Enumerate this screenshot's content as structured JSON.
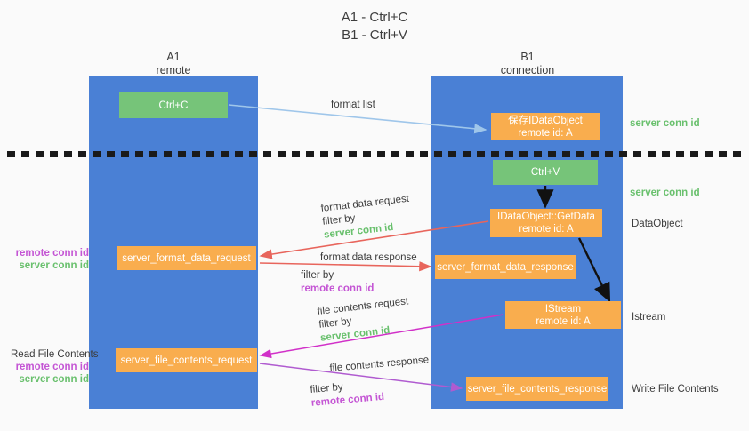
{
  "header": {
    "line1": "A1 - Ctrl+C",
    "line2": "B1 - Ctrl+V"
  },
  "lanes": [
    {
      "name": "A1",
      "subtitle": "remote"
    },
    {
      "name": "B1",
      "subtitle": "connection"
    }
  ],
  "boxes": {
    "ctrl_c": {
      "label": "Ctrl+C",
      "color": "#76c479"
    },
    "dataobject_save": {
      "line1": "保存IDataObject",
      "line2": "remote id: A",
      "color": "#f9ad4e"
    },
    "ctrl_v": {
      "label": "Ctrl+V",
      "color": "#76c479"
    },
    "getdata": {
      "line1": "IDataObject::GetData",
      "line2": "remote id: A",
      "color": "#f9ad4e"
    },
    "format_data_request": {
      "label": "server_format_data_request",
      "color": "#f9ad4e"
    },
    "format_data_response": {
      "label": "server_format_data_response",
      "color": "#f9ad4e"
    },
    "istream": {
      "line1": "IStream",
      "line2": "remote id: A",
      "color": "#f9ad4e"
    },
    "file_contents_request": {
      "label": "server_file_contents_request",
      "color": "#f9ad4e"
    },
    "file_contents_response": {
      "label": "server_file_contents_response",
      "color": "#f9ad4e"
    }
  },
  "flows": {
    "format_list": "format list",
    "format_data_request": "format data request",
    "format_data_request_filter_prefix": "filter by ",
    "format_data_request_filter_value": "server conn id",
    "format_data_response": "format data response",
    "format_data_response_filter_prefix": "filter by ",
    "format_data_response_filter_value": "remote conn id",
    "file_contents_request": "file contents request",
    "file_contents_request_filter_prefix": "filter by ",
    "file_contents_request_filter_value": "server conn id",
    "file_contents_response": "file contents response",
    "file_contents_response_filter_prefix": "filter by ",
    "file_contents_response_filter_value": "remote conn id"
  },
  "annotations": {
    "server_conn_id_top": "server conn id",
    "server_conn_id_mid": "server conn id",
    "dataobject": "DataObject",
    "istream": "Istream",
    "write_file_contents": "Write File Contents",
    "left_remote_conn_id_1": "remote conn id",
    "left_server_conn_id_1": "server conn id",
    "read_file_contents": "Read File Contents",
    "left_remote_conn_id_2": "remote conn id",
    "left_server_conn_id_2": "server conn id"
  },
  "colors": {
    "lane": "#4a80d5",
    "orange": "#f9ad4e",
    "green": "#76c479",
    "green_text": "#69c06d",
    "purple_text": "#c455d4",
    "arrow_blue": "#9fc6ea",
    "arrow_red": "#e8655c",
    "arrow_magenta": "#d130c8",
    "arrow_purple": "#b05bd0",
    "arrow_black": "#000000",
    "background": "#fafafa"
  }
}
